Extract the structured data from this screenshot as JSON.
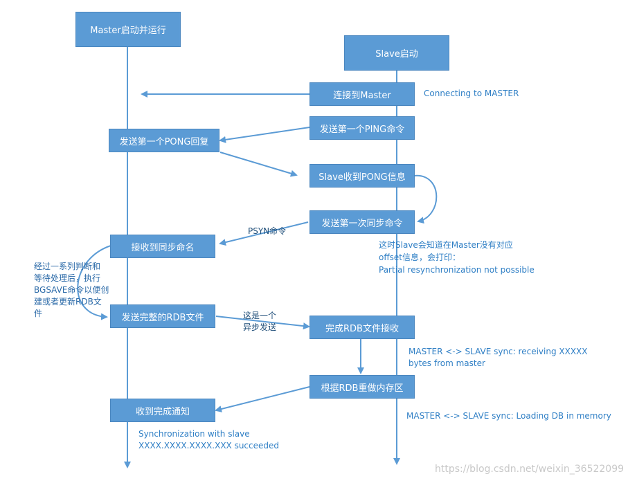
{
  "master_column": {
    "start": "Master启动并运行",
    "pong_reply": "发送第一个PONG回复",
    "receive_sync": "接收到同步命名",
    "send_rdb": "发送完整的RDB文件",
    "receive_done": "收到完成通知"
  },
  "slave_column": {
    "start": "Slave启动",
    "connect": "连接到Master",
    "send_ping": "发送第一个PING命令",
    "received_pong": "Slave收到PONG信息",
    "first_sync": "发送第一次同步命令",
    "rdb_received": "完成RDB文件接收",
    "rebuild_memory": "根据RDB重做内存区"
  },
  "edge_labels": {
    "psync": "PSYN命令",
    "async_line1": "这是一个",
    "async_line2": "异步发送"
  },
  "notes": {
    "connecting": "Connecting to MASTER",
    "no_offset_line1": "这时Slave会知道在Master没有对应",
    "no_offset_line2": "offset信息，会打印：",
    "no_offset_line3": "Partial resynchronization not possible",
    "bgsave_line1": "经过一系列判断和",
    "bgsave_line2": "等待处理后，执行",
    "bgsave_line3": "BGSAVE命令以便创",
    "bgsave_line4": "建或者更新RDB文",
    "bgsave_line5": "件",
    "receiving_line1": "MASTER <-> SLAVE sync: receiving XXXXX",
    "receiving_line2": "bytes from master",
    "loading": "MASTER <-> SLAVE sync: Loading DB in memory",
    "success_line1": "Synchronization with slave",
    "success_line2": "XXXX.XXXX.XXXX.XXX succeeded"
  },
  "watermark": "https://blog.csdn.net/weixin_36522099"
}
